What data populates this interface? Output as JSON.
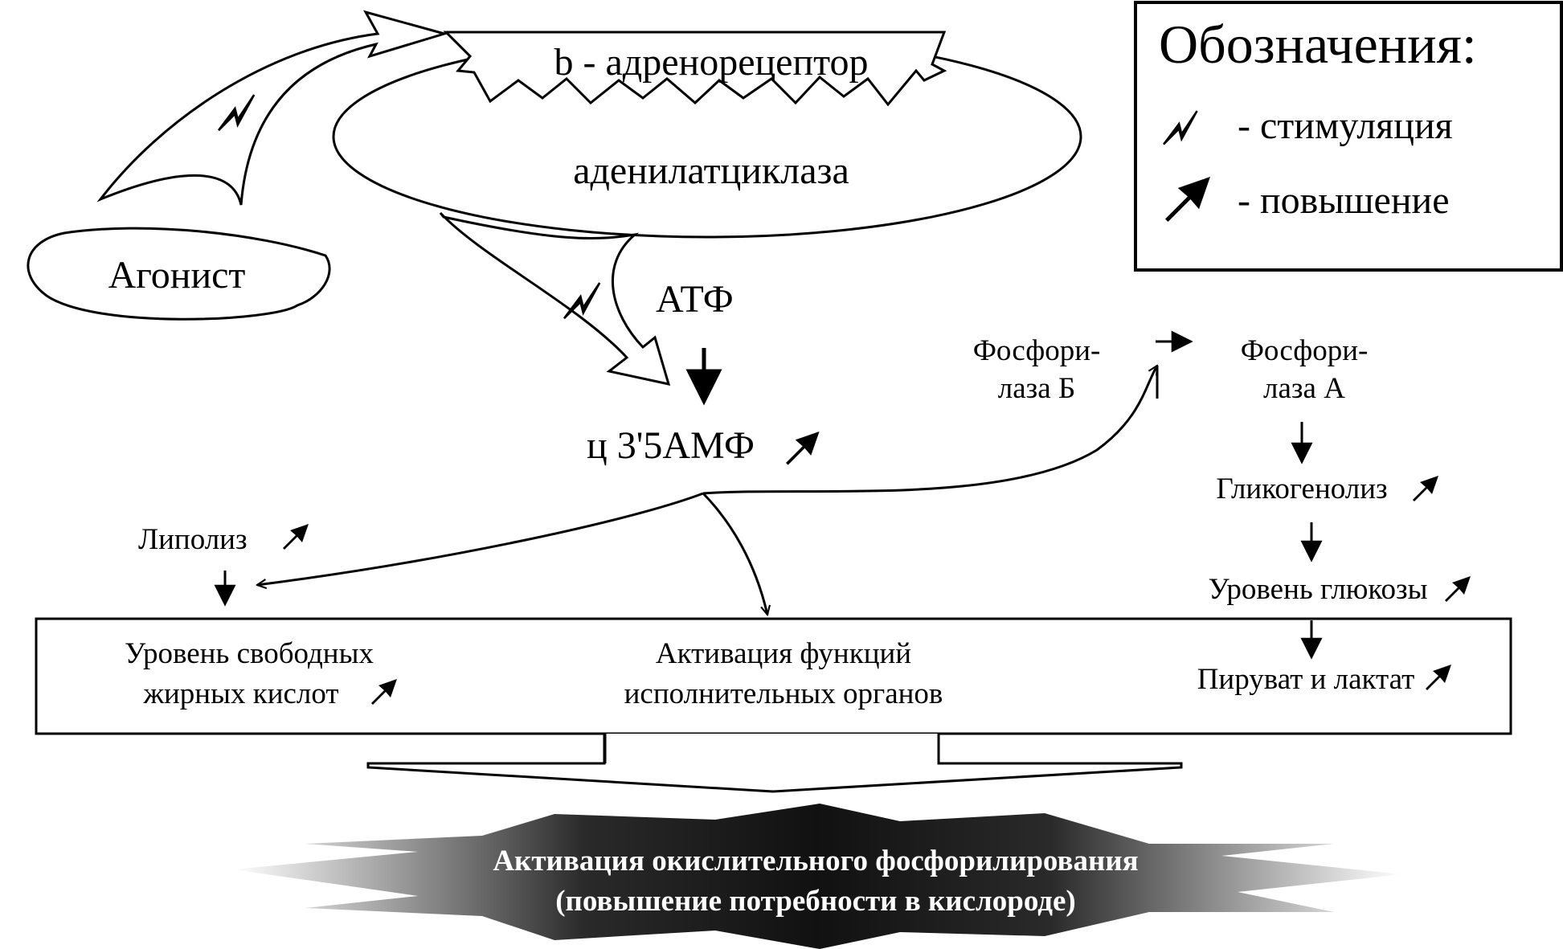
{
  "legend": {
    "title": "Обозначения:",
    "stimulation": "- стимуляция",
    "increase": "- повышение"
  },
  "nodes": {
    "receptor": "b - адренорецептор",
    "cyclase": "аденилатциклаза",
    "agonist": "Агонист",
    "atp": "АТФ",
    "camp": "ц 3'5АМФ",
    "phosphorylase_b_line1": "Фосфори-",
    "phosphorylase_b_line2": "лаза Б",
    "phosphorylase_a_line1": "Фосфори-",
    "phosphorylase_a_line2": "лаза А",
    "glycogenolysis": "Гликогенолиз",
    "glucose": "Уровень глюкозы",
    "pyruvate": "Пируват и лактат",
    "lipolysis": "Липолиз",
    "fatty_acids_line1": "Уровень свободных",
    "fatty_acids_line2": "жирных кислот",
    "activation_line1": "Активация функций",
    "activation_line2": "исполнительных органов",
    "result_line1": "Активация окислительного фосфорилирования",
    "result_line2": "(повышение потребности в кислороде)"
  },
  "icons": {
    "stimulation": "lightning-bolt-icon",
    "increase": "up-right-arrow-icon"
  }
}
